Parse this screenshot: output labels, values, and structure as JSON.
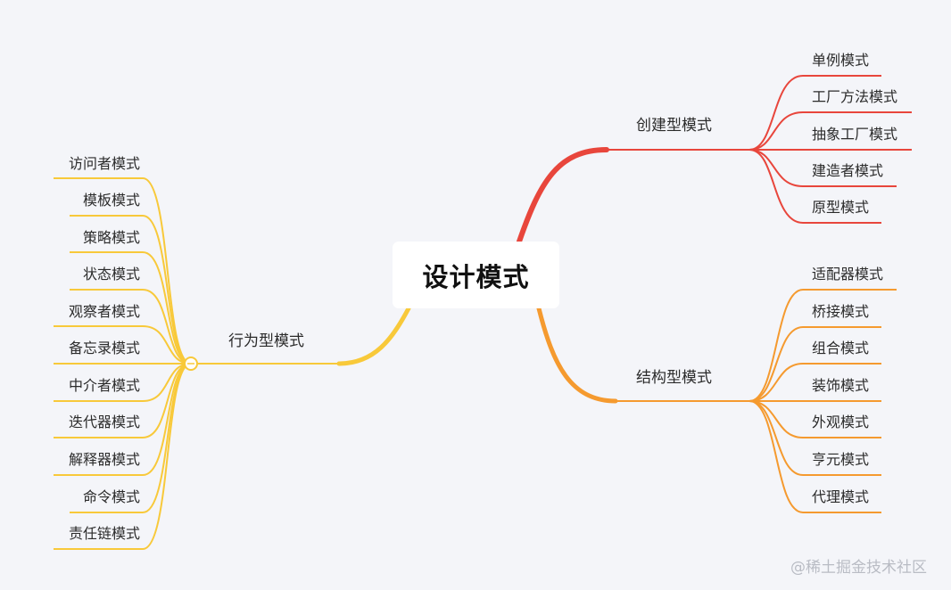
{
  "root": {
    "label": "设计模式"
  },
  "colors": {
    "creational": "#e8463c",
    "structural": "#f59a2f",
    "behavioral": "#f8c93a"
  },
  "branches": {
    "creational": {
      "label": "创建型模式",
      "leaves": [
        "单例模式",
        "工厂方法模式",
        "抽象工厂模式",
        "建造者模式",
        "原型模式"
      ]
    },
    "structural": {
      "label": "结构型模式",
      "leaves": [
        "适配器模式",
        "桥接模式",
        "组合模式",
        "装饰模式",
        "外观模式",
        "亨元模式",
        "代理模式"
      ]
    },
    "behavioral": {
      "label": "行为型模式",
      "leaves": [
        "访问者模式",
        "模板模式",
        "策略模式",
        "状态模式",
        "观察者模式",
        "备忘录模式",
        "中介者模式",
        "迭代器模式",
        "解释器模式",
        "命令模式",
        "责任链模式"
      ]
    }
  },
  "watermark": "@稀土掘金技术社区"
}
